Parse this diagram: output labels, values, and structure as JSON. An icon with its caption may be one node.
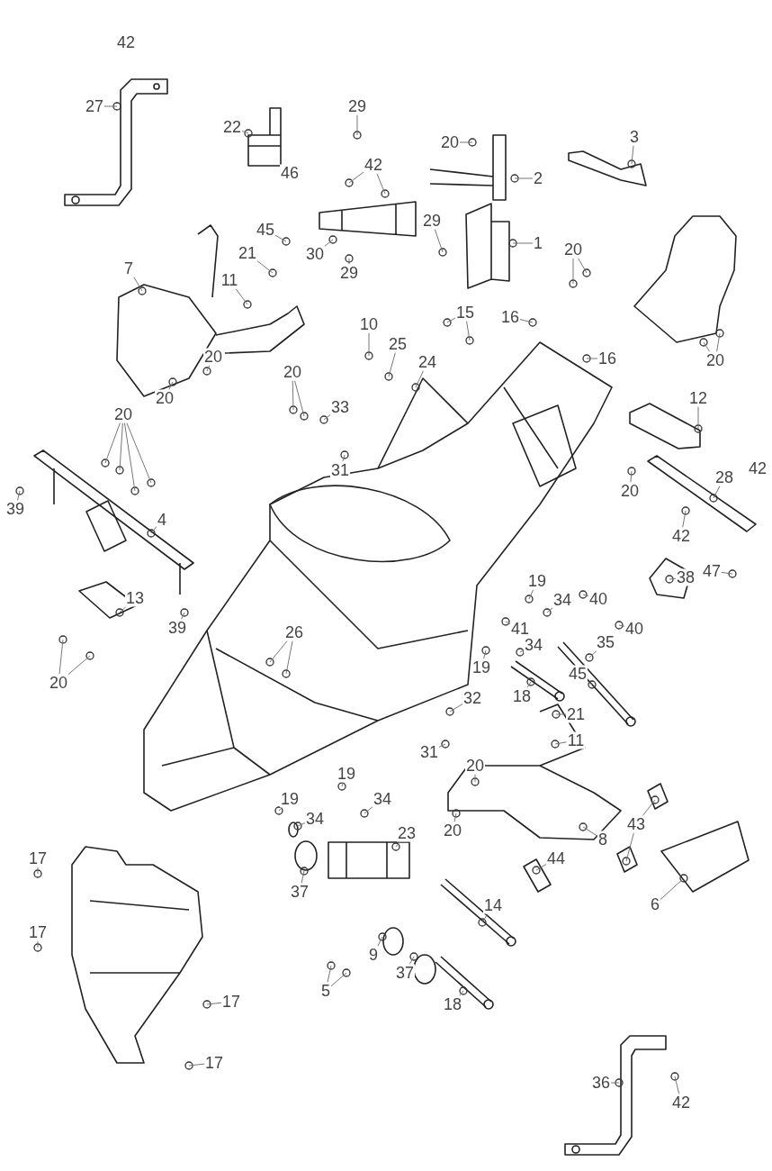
{
  "diagram": {
    "nodes": [
      {
        "text": [
          "27"
        ]
      },
      {
        "text": [
          "29"
        ]
      },
      {
        "text": [
          "22"
        ]
      },
      {
        "text": [
          "20"
        ]
      },
      {
        "text": [
          "2"
        ]
      },
      {
        "text": [
          "3"
        ]
      },
      {
        "text": [
          "42"
        ]
      },
      {
        "text": [
          "45"
        ]
      },
      {
        "text": [
          "21"
        ]
      },
      {
        "text": [
          "30"
        ]
      },
      {
        "text": [
          "29"
        ]
      },
      {
        "text": [
          "29"
        ]
      },
      {
        "text": [
          "1"
        ]
      },
      {
        "text": [
          "20"
        ]
      },
      {
        "text": [
          "7"
        ]
      },
      {
        "text": [
          "11"
        ]
      },
      {
        "text": [
          "20"
        ]
      },
      {
        "text": [
          "10"
        ]
      },
      {
        "text": [
          "15"
        ]
      },
      {
        "text": [
          "16"
        ]
      },
      {
        "text": [
          "25"
        ]
      },
      {
        "text": [
          "24"
        ]
      },
      {
        "text": [
          "16"
        ]
      },
      {
        "text": [
          "20"
        ]
      },
      {
        "text": [
          "20"
        ]
      },
      {
        "text": [
          "20"
        ]
      },
      {
        "text": [
          "33"
        ]
      },
      {
        "text": [
          "12"
        ]
      },
      {
        "text": [
          "20"
        ]
      },
      {
        "text": [
          "31"
        ]
      },
      {
        "text": [
          "39"
        ]
      },
      {
        "text": [
          "20"
        ]
      },
      {
        "text": [
          "28"
        ]
      },
      {
        "text": [
          "4"
        ]
      },
      {
        "text": [
          "42"
        ]
      },
      {
        "text": [
          "47"
        ]
      },
      {
        "text": [
          "38"
        ]
      },
      {
        "text": [
          "19"
        ]
      },
      {
        "text": [
          "34"
        ]
      },
      {
        "text": [
          "40"
        ]
      },
      {
        "text": [
          "40"
        ]
      },
      {
        "text": [
          "13"
        ]
      },
      {
        "text": [
          "39"
        ]
      },
      {
        "text": [
          "41"
        ]
      },
      {
        "text": [
          "26"
        ]
      },
      {
        "text": [
          "34"
        ]
      },
      {
        "text": [
          "19"
        ]
      },
      {
        "text": [
          "35"
        ]
      },
      {
        "text": [
          "45"
        ]
      },
      {
        "text": [
          "20"
        ]
      },
      {
        "text": [
          "32"
        ]
      },
      {
        "text": [
          "18"
        ]
      },
      {
        "text": [
          "21"
        ]
      },
      {
        "text": [
          "11"
        ]
      },
      {
        "text": [
          "31"
        ]
      },
      {
        "text": [
          "20"
        ]
      },
      {
        "text": [
          "19"
        ]
      },
      {
        "text": [
          "19"
        ]
      },
      {
        "text": [
          "34"
        ]
      },
      {
        "text": [
          "34"
        ]
      },
      {
        "text": [
          "23"
        ]
      },
      {
        "text": [
          "20"
        ]
      },
      {
        "text": [
          "8"
        ]
      },
      {
        "text": [
          "43"
        ]
      },
      {
        "text": [
          "44"
        ]
      },
      {
        "text": [
          "6"
        ]
      },
      {
        "text": [
          "37"
        ]
      },
      {
        "text": [
          "17"
        ]
      },
      {
        "text": [
          "14"
        ]
      },
      {
        "text": [
          "17"
        ]
      },
      {
        "text": [
          "9"
        ]
      },
      {
        "text": [
          "37"
        ]
      },
      {
        "text": [
          "5"
        ]
      },
      {
        "text": [
          "17"
        ]
      },
      {
        "text": [
          "18"
        ]
      },
      {
        "text": [
          "17"
        ]
      },
      {
        "text": [
          "36"
        ]
      },
      {
        "text": [
          "42"
        ]
      },
      {
        "text": [
          "42"
        ]
      },
      {
        "text": [
          "46"
        ]
      },
      {
        "text": [
          "42"
        ]
      }
    ],
    "edges": [
      {
        "from": 0,
        "to": null,
        "arrow": "none"
      },
      {
        "from": 1,
        "to": null,
        "arrow": "none"
      },
      {
        "from": 2,
        "to": null,
        "arrow": "none"
      },
      {
        "from": 3,
        "to": null,
        "arrow": "none"
      },
      {
        "from": 4,
        "to": null,
        "arrow": "none"
      },
      {
        "from": 5,
        "to": null,
        "arrow": "none"
      },
      {
        "from": 6,
        "to": null,
        "arrow": "none"
      },
      {
        "from": 6,
        "to": null,
        "arrow": "none"
      },
      {
        "from": 7,
        "to": null,
        "arrow": "none"
      },
      {
        "from": 8,
        "to": null,
        "arrow": "none"
      },
      {
        "from": 9,
        "to": null,
        "arrow": "none"
      },
      {
        "from": 10,
        "to": null,
        "arrow": "none"
      },
      {
        "from": 11,
        "to": null,
        "arrow": "none"
      },
      {
        "from": 12,
        "to": null,
        "arrow": "none"
      },
      {
        "from": 13,
        "to": null,
        "arrow": "none"
      },
      {
        "from": 13,
        "to": null,
        "arrow": "none"
      },
      {
        "from": 14,
        "to": null,
        "arrow": "none"
      },
      {
        "from": 15,
        "to": null,
        "arrow": "none"
      },
      {
        "from": 16,
        "to": null,
        "arrow": "none"
      },
      {
        "from": 16,
        "to": null,
        "arrow": "none"
      },
      {
        "from": 17,
        "to": null,
        "arrow": "none"
      },
      {
        "from": 18,
        "to": null,
        "arrow": "none"
      },
      {
        "from": 18,
        "to": null,
        "arrow": "none"
      },
      {
        "from": 19,
        "to": null,
        "arrow": "none"
      },
      {
        "from": 20,
        "to": null,
        "arrow": "none"
      },
      {
        "from": 21,
        "to": null,
        "arrow": "none"
      },
      {
        "from": 22,
        "to": null,
        "arrow": "none"
      },
      {
        "from": 23,
        "to": null,
        "arrow": "none"
      },
      {
        "from": 24,
        "to": null,
        "arrow": "none"
      },
      {
        "from": 25,
        "to": null,
        "arrow": "none"
      },
      {
        "from": 25,
        "to": null,
        "arrow": "none"
      },
      {
        "from": 26,
        "to": null,
        "arrow": "none"
      },
      {
        "from": 27,
        "to": null,
        "arrow": "none"
      },
      {
        "from": 28,
        "to": null,
        "arrow": "none"
      },
      {
        "from": 28,
        "to": null,
        "arrow": "none"
      },
      {
        "from": 28,
        "to": null,
        "arrow": "none"
      },
      {
        "from": 28,
        "to": null,
        "arrow": "none"
      },
      {
        "from": 29,
        "to": null,
        "arrow": "none"
      },
      {
        "from": 30,
        "to": null,
        "arrow": "none"
      },
      {
        "from": 31,
        "to": null,
        "arrow": "none"
      },
      {
        "from": 32,
        "to": null,
        "arrow": "none"
      },
      {
        "from": 33,
        "to": null,
        "arrow": "none"
      },
      {
        "from": 34,
        "to": null,
        "arrow": "none"
      },
      {
        "from": 35,
        "to": null,
        "arrow": "none"
      },
      {
        "from": 36,
        "to": null,
        "arrow": "none"
      },
      {
        "from": 37,
        "to": null,
        "arrow": "none"
      },
      {
        "from": 38,
        "to": null,
        "arrow": "none"
      },
      {
        "from": 39,
        "to": null,
        "arrow": "none"
      },
      {
        "from": 40,
        "to": null,
        "arrow": "none"
      },
      {
        "from": 41,
        "to": null,
        "arrow": "none"
      },
      {
        "from": 42,
        "to": null,
        "arrow": "none"
      },
      {
        "from": 43,
        "to": null,
        "arrow": "none"
      },
      {
        "from": 44,
        "to": null,
        "arrow": "none"
      },
      {
        "from": 44,
        "to": null,
        "arrow": "none"
      },
      {
        "from": 45,
        "to": null,
        "arrow": "none"
      },
      {
        "from": 46,
        "to": null,
        "arrow": "none"
      },
      {
        "from": 47,
        "to": null,
        "arrow": "none"
      },
      {
        "from": 48,
        "to": null,
        "arrow": "none"
      },
      {
        "from": 49,
        "to": null,
        "arrow": "none"
      },
      {
        "from": 49,
        "to": null,
        "arrow": "none"
      },
      {
        "from": 50,
        "to": null,
        "arrow": "none"
      },
      {
        "from": 51,
        "to": null,
        "arrow": "none"
      },
      {
        "from": 52,
        "to": null,
        "arrow": "none"
      },
      {
        "from": 53,
        "to": null,
        "arrow": "none"
      },
      {
        "from": 54,
        "to": null,
        "arrow": "none"
      },
      {
        "from": 55,
        "to": null,
        "arrow": "none"
      },
      {
        "from": 56,
        "to": null,
        "arrow": "none"
      },
      {
        "from": 57,
        "to": null,
        "arrow": "none"
      },
      {
        "from": 58,
        "to": null,
        "arrow": "none"
      },
      {
        "from": 59,
        "to": null,
        "arrow": "none"
      },
      {
        "from": 60,
        "to": null,
        "arrow": "none"
      },
      {
        "from": 61,
        "to": null,
        "arrow": "none"
      },
      {
        "from": 62,
        "to": null,
        "arrow": "none"
      },
      {
        "from": 63,
        "to": null,
        "arrow": "none"
      },
      {
        "from": 63,
        "to": null,
        "arrow": "none"
      },
      {
        "from": 64,
        "to": null,
        "arrow": "none"
      },
      {
        "from": 65,
        "to": null,
        "arrow": "none"
      },
      {
        "from": 66,
        "to": null,
        "arrow": "none"
      },
      {
        "from": 67,
        "to": null,
        "arrow": "none"
      },
      {
        "from": 68,
        "to": null,
        "arrow": "none"
      },
      {
        "from": 69,
        "to": null,
        "arrow": "none"
      },
      {
        "from": 70,
        "to": null,
        "arrow": "none"
      },
      {
        "from": 71,
        "to": null,
        "arrow": "none"
      },
      {
        "from": 72,
        "to": null,
        "arrow": "none"
      },
      {
        "from": 72,
        "to": null,
        "arrow": "none"
      },
      {
        "from": 73,
        "to": null,
        "arrow": "none"
      },
      {
        "from": 74,
        "to": null,
        "arrow": "none"
      },
      {
        "from": 75,
        "to": null,
        "arrow": "none"
      },
      {
        "from": 76,
        "to": null,
        "arrow": "none"
      },
      {
        "from": 77,
        "to": null,
        "arrow": "none"
      }
    ]
  }
}
